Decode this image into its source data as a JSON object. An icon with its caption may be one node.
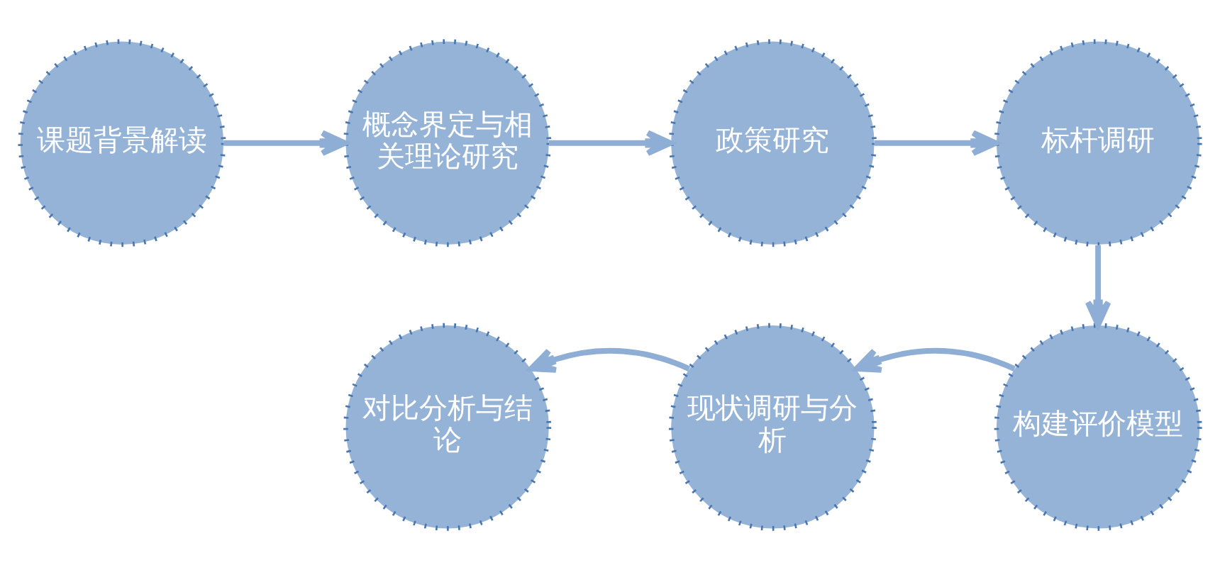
{
  "diagram": {
    "nodes": [
      {
        "text": [
          "课题背景解读"
        ]
      },
      {
        "text": [
          "概念界定与相关理论研究"
        ]
      },
      {
        "text": [
          "政策研究"
        ]
      },
      {
        "text": [
          "标杆调研"
        ]
      },
      {
        "text": [
          "构建评价模型"
        ]
      },
      {
        "text": [
          "现状调研与分析"
        ]
      },
      {
        "text": [
          "对比分析与结论"
        ]
      }
    ],
    "edges": [
      {
        "from": 0,
        "to": 1,
        "arrow": "to"
      },
      {
        "from": 1,
        "to": 2,
        "arrow": "to"
      },
      {
        "from": 2,
        "to": 3,
        "arrow": "to"
      },
      {
        "from": 3,
        "to": 4,
        "arrow": "to"
      },
      {
        "from": 4,
        "to": 5,
        "arrow": "to"
      },
      {
        "from": 5,
        "to": 6,
        "arrow": "to"
      }
    ]
  }
}
